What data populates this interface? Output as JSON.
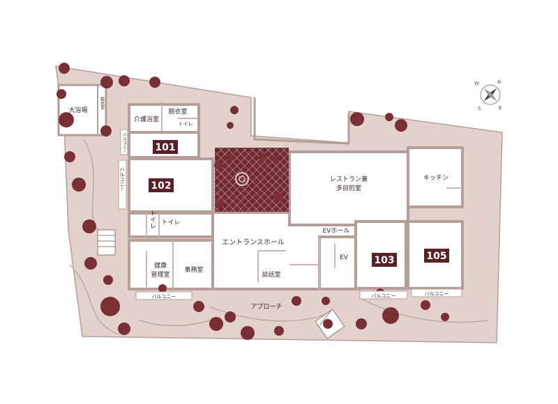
{
  "colors": {
    "ground": "#e3d2cc",
    "wall": "#b59e97",
    "wall_light": "#c9b6b0",
    "room": "#ffffff",
    "tree": "#7a2e35",
    "courtyard": "#6f2a31",
    "number_bg": "#5a2027",
    "line": "#8d7871"
  },
  "rooms": {
    "bath_main": "大浴場",
    "bath_changing_small": "脱衣室",
    "care_bath": "介護浴室",
    "changing": "脱衣室",
    "toilet_upper": "トイレ",
    "toilet_vertical": "トイレ",
    "toilet_lower": "トイレ",
    "restaurant_line1": "レストラン兼",
    "restaurant_line2": "多目的室",
    "kitchen": "キッチン",
    "entrance_hall": "エントランスホール",
    "ev_hall": "EVホール",
    "ev": "EV",
    "health_line1": "健康",
    "health_line2": "管理室",
    "office": "事務室",
    "consult": "談話室",
    "approach": "アプローチ"
  },
  "units": {
    "u101": "101",
    "u102": "102",
    "u103": "103",
    "u105": "105"
  },
  "balconies": {
    "b101": "バルコニー",
    "b102": "バルコニー",
    "b_left": "バルコニー",
    "b103": "バルコニー",
    "b105": "バルコニー"
  },
  "compass": {
    "icon": "compass-icon",
    "n": "N",
    "e": "E",
    "s": "S",
    "w": "W"
  }
}
